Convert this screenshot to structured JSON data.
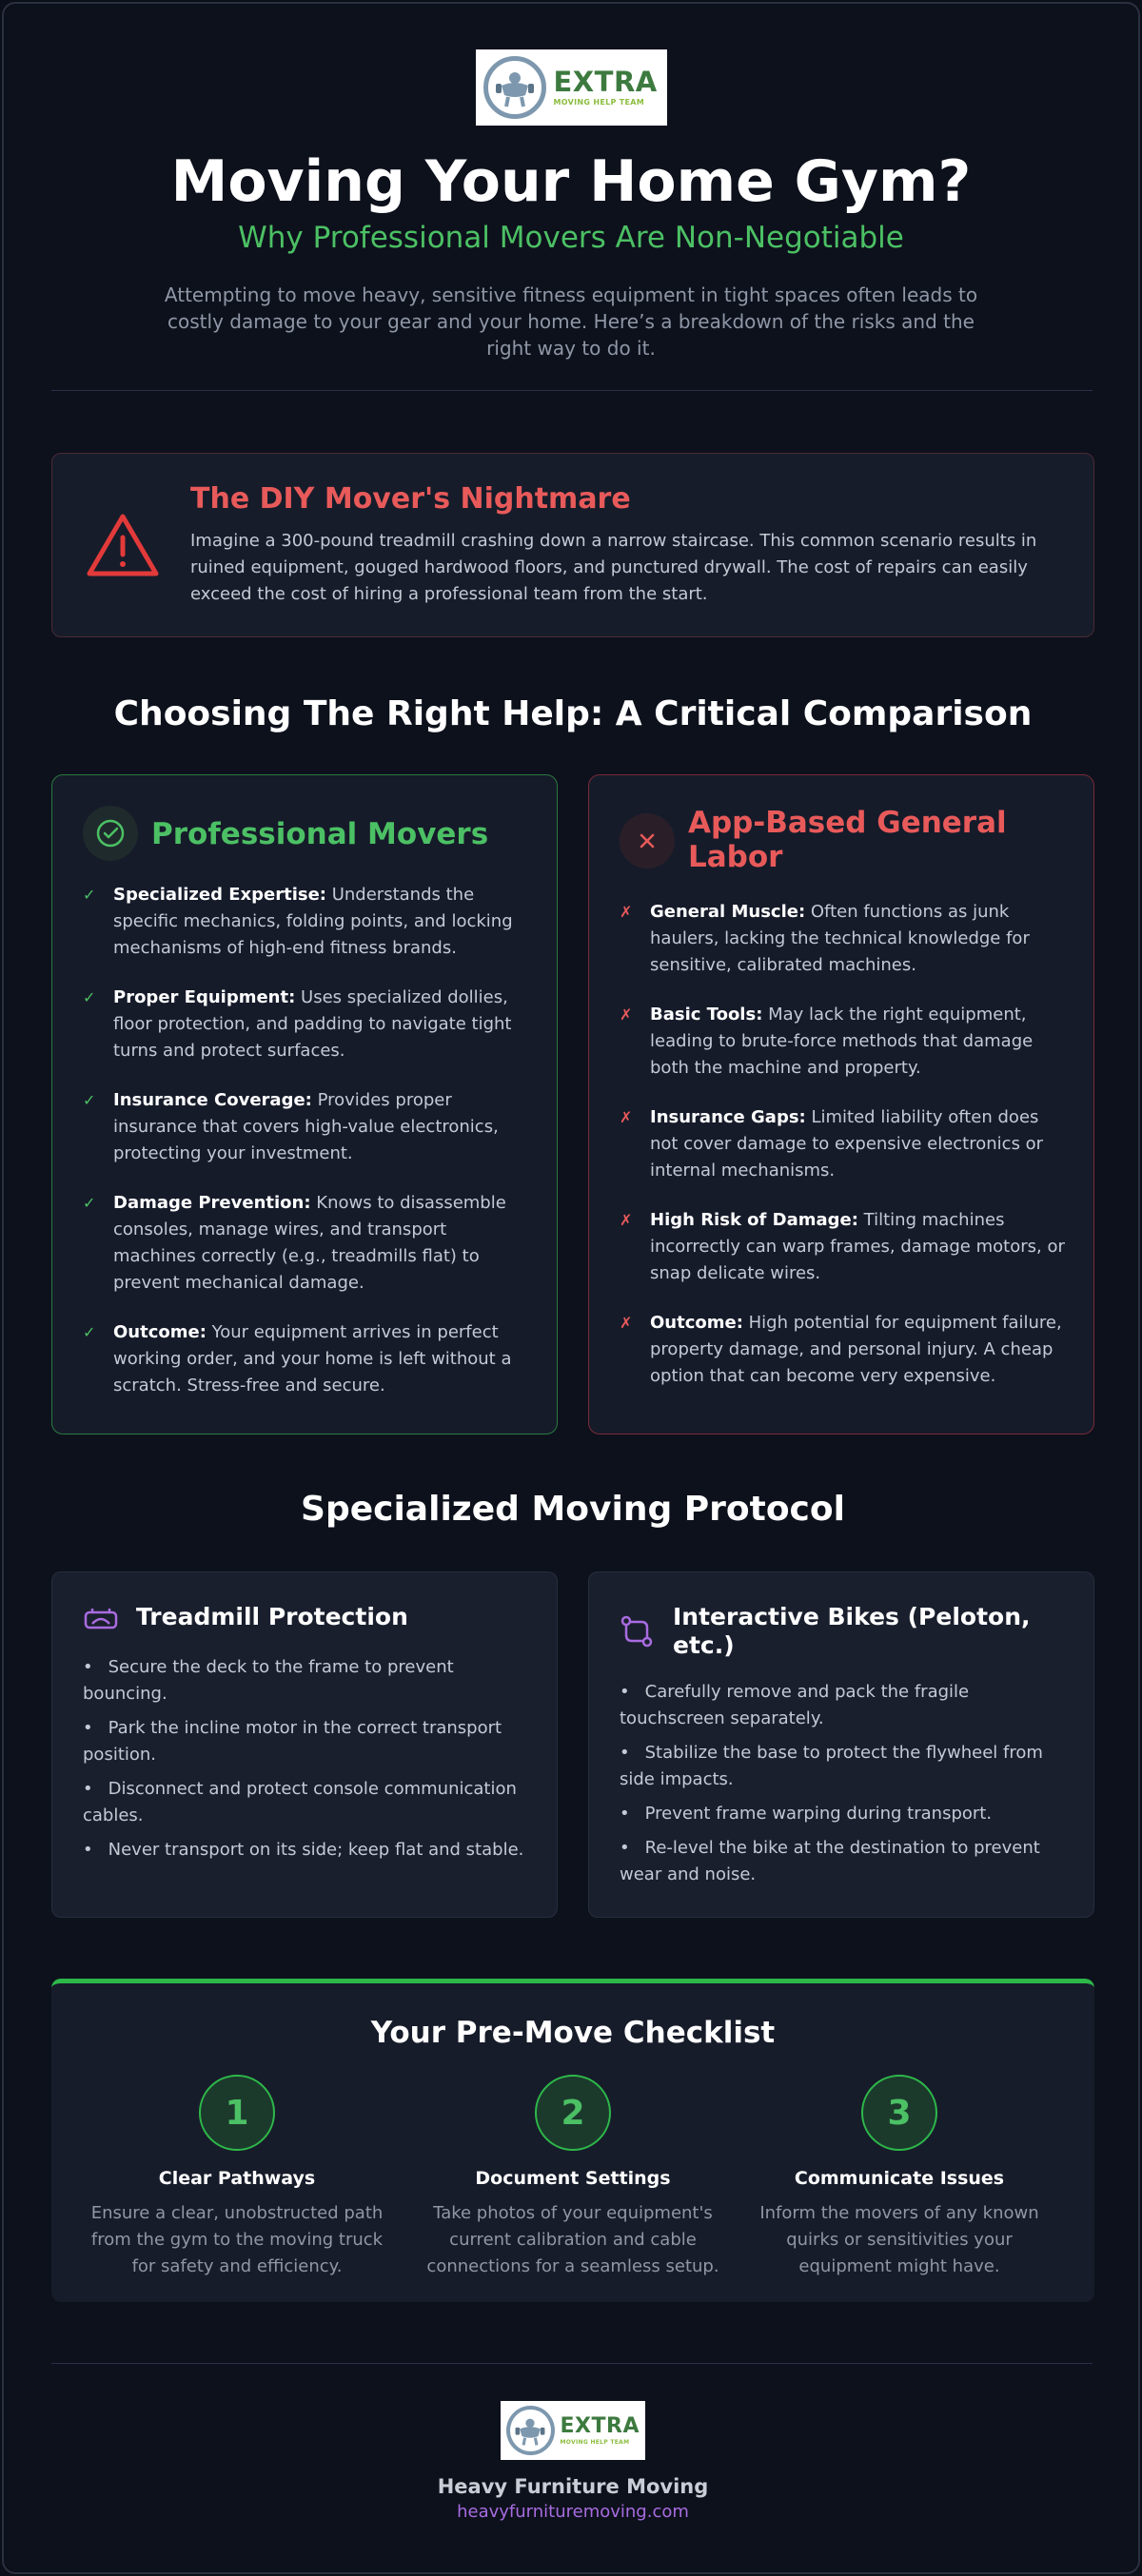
{
  "colors": {
    "accent_green": "#4cc064",
    "accent_red": "#e85a5a",
    "accent_purple": "#a86ce0",
    "background": "#0d111c"
  },
  "logo": {
    "name": "EXTRA",
    "tagline": "MOVING HELP TEAM"
  },
  "header": {
    "title": "Moving Your Home Gym?",
    "subtitle": "Why Professional Movers Are Non-Negotiable",
    "intro": "Attempting to move heavy, sensitive fitness equipment in tight spaces often leads to costly damage to your gear and your home. Here’s a breakdown of the risks and the right way to do it."
  },
  "warning": {
    "icon": "warning-triangle-icon",
    "title": "The DIY Mover's Nightmare",
    "text": "Imagine a 300-pound treadmill crashing down a narrow staircase. This common scenario results in ruined equipment, gouged hardwood floors, and punctured drywall. The cost of repairs can easily exceed the cost of hiring a professional team from the start."
  },
  "comparison": {
    "title": "Choosing The Right Help: A Critical Comparison",
    "professional": {
      "icon": "check-circle-icon",
      "title": "Professional Movers",
      "items": [
        {
          "label": "Specialized Expertise:",
          "text": " Understands the specific mechanics, folding points, and locking mechanisms of high-end fitness brands."
        },
        {
          "label": "Proper Equipment:",
          "text": " Uses specialized dollies, floor protection, and padding to navigate tight turns and protect surfaces."
        },
        {
          "label": "Insurance Coverage:",
          "text": " Provides proper insurance that covers high-value electronics, protecting your investment."
        },
        {
          "label": "Damage Prevention:",
          "text": " Knows to disassemble consoles, manage wires, and transport machines correctly (e.g., treadmills flat) to prevent mechanical damage."
        },
        {
          "label": "Outcome:",
          "text": " Your equipment arrives in perfect working order, and your home is left without a scratch. Stress-free and secure."
        }
      ]
    },
    "app_labor": {
      "icon": "x-circle-icon",
      "title": "App-Based General Labor",
      "items": [
        {
          "label": "General Muscle:",
          "text": " Often functions as junk haulers, lacking the technical knowledge for sensitive, calibrated machines."
        },
        {
          "label": "Basic Tools:",
          "text": " May lack the right equipment, leading to brute-force methods that damage both the machine and property."
        },
        {
          "label": "Insurance Gaps:",
          "text": " Limited liability often does not cover damage to expensive electronics or internal mechanisms."
        },
        {
          "label": "High Risk of Damage:",
          "text": " Tilting machines incorrectly can warp frames, damage motors, or snap delicate wires."
        },
        {
          "label": "Outcome:",
          "text": " High potential for equipment failure, property damage, and personal injury. A cheap option that can become very expensive."
        }
      ]
    }
  },
  "protocol": {
    "title": "Specialized Moving Protocol",
    "treadmill": {
      "icon": "treadmill-icon",
      "title": "Treadmill Protection",
      "items": [
        "Secure the deck to the frame to prevent bouncing.",
        "Park the incline motor in the correct transport position.",
        "Disconnect and protect console communication cables.",
        "Never transport on its side; keep flat and stable."
      ]
    },
    "bikes": {
      "icon": "bike-route-icon",
      "title": "Interactive Bikes (Peloton, etc.)",
      "items": [
        "Carefully remove and pack the fragile touchscreen separately.",
        "Stabilize the base to protect the flywheel from side impacts.",
        "Prevent frame warping during transport.",
        "Re-level the bike at the destination to prevent wear and noise."
      ]
    }
  },
  "checklist": {
    "title": "Your Pre-Move Checklist",
    "steps": [
      {
        "number": "1",
        "title": "Clear Pathways",
        "text": "Ensure a clear, unobstructed path from the gym to the moving truck for safety and efficiency."
      },
      {
        "number": "2",
        "title": "Document Settings",
        "text": "Take photos of your equipment's current calibration and cable connections for a seamless setup."
      },
      {
        "number": "3",
        "title": "Communicate Issues",
        "text": "Inform the movers of any known quirks or sensitivities your equipment might have."
      }
    ]
  },
  "footer": {
    "company": "Heavy Furniture Moving",
    "url": "heavyfurnituremoving.com"
  }
}
